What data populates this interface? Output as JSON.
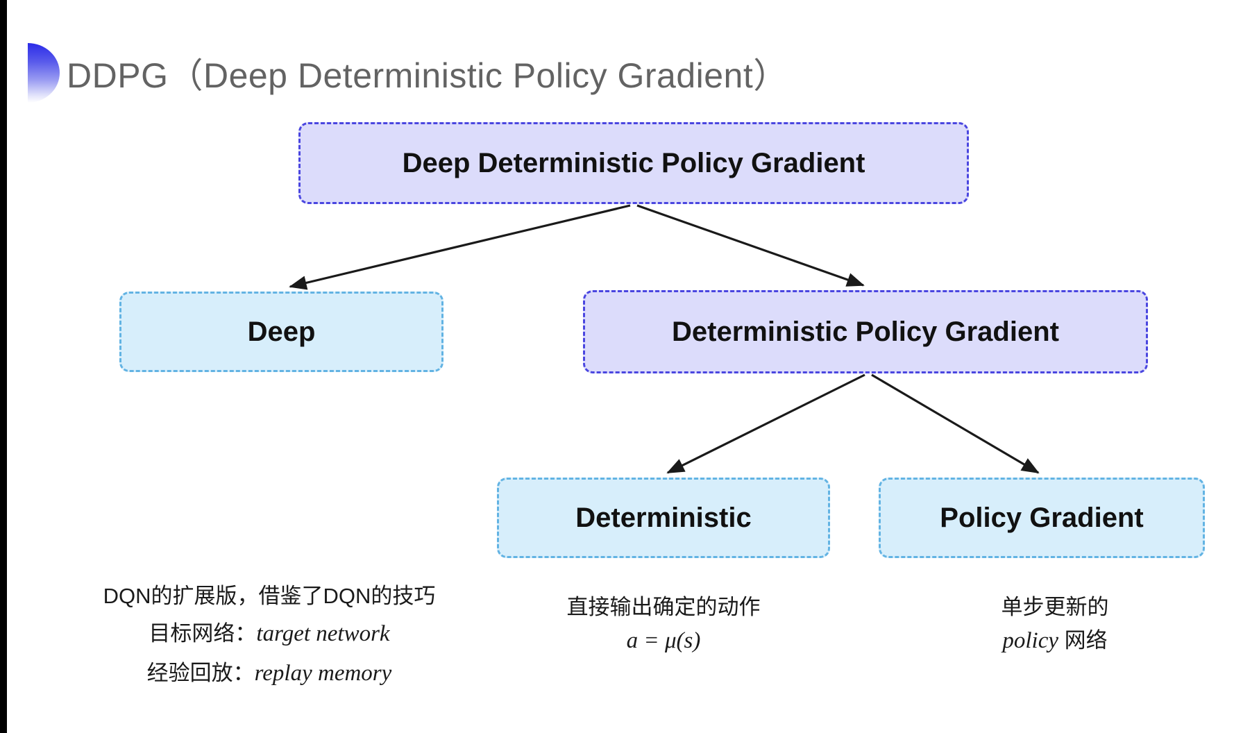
{
  "slide": {
    "title": "DDPG（Deep Deterministic Policy Gradient）",
    "background_color": "#ffffff"
  },
  "colors": {
    "purple_fill": "#dcdcfb",
    "purple_border": "#4a46e0",
    "blue_fill": "#d7eefb",
    "blue_border": "#62b3e3",
    "title_text": "#636363",
    "arrow": "#1a1a1a"
  },
  "diagram": {
    "type": "tree",
    "nodes": {
      "root": {
        "label": "Deep Deterministic Policy Gradient",
        "style": "purple"
      },
      "deep": {
        "label": "Deep",
        "style": "blue"
      },
      "dpg": {
        "label": "Deterministic Policy Gradient",
        "style": "purple"
      },
      "deterministic": {
        "label": "Deterministic",
        "style": "blue"
      },
      "policy_gradient": {
        "label": "Policy Gradient",
        "style": "blue"
      }
    },
    "edges": [
      {
        "from": "root",
        "to": "deep"
      },
      {
        "from": "root",
        "to": "dpg"
      },
      {
        "from": "dpg",
        "to": "deterministic"
      },
      {
        "from": "dpg",
        "to": "policy_gradient"
      }
    ]
  },
  "captions": {
    "deep": {
      "line1": "DQN的扩展版，借鉴了DQN的技巧",
      "line2_label": "目标网络：",
      "line2_value": "target network",
      "line3_label": "经验回放：",
      "line3_value": "replay memory"
    },
    "deterministic": {
      "line1": "直接输出确定的动作",
      "formula": "a = μ(s)"
    },
    "policy_gradient": {
      "line1": "单步更新的",
      "line2_value": "policy",
      "line2_suffix": " 网络"
    }
  }
}
